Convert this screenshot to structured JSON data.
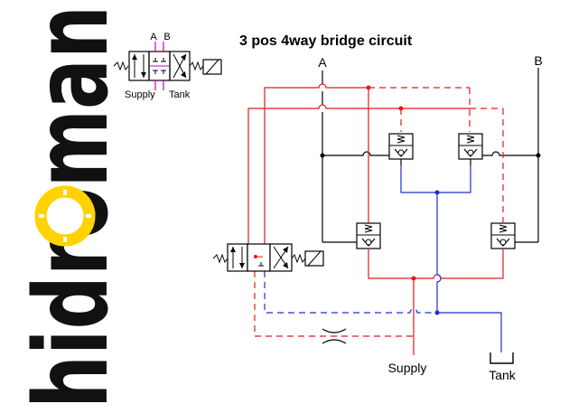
{
  "brand": {
    "wordmark": "hidroman",
    "colors": {
      "ink": "#111111",
      "accent": "#ffd200"
    }
  },
  "diagram": {
    "title": "3 pos 4way bridge circuit",
    "ports": {
      "a": "A",
      "b": "B",
      "supply": "Supply",
      "tank": "Tank"
    },
    "legend": {
      "port_a": "A",
      "port_b": "B",
      "supply": "Supply",
      "tank": "Tank"
    },
    "colors": {
      "pressure": "#e01b1b",
      "return": "#1f2fd1",
      "pilot": "#e01b1b",
      "symbol": "#000000",
      "legend_ports": "#c100c1"
    }
  }
}
